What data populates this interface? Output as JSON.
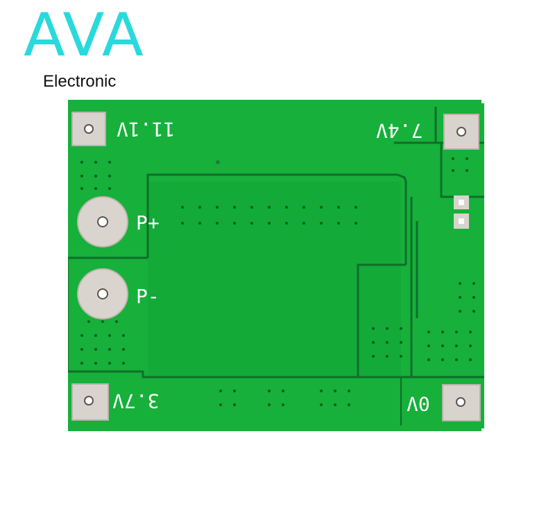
{
  "logo": {
    "brand": "AVA",
    "subtitle": "Electronic",
    "brand_color": "#29d9dc"
  },
  "board": {
    "color": "#16b03a",
    "trace_color": "#0f6e2a",
    "silk_color": "#ffffff",
    "labels": {
      "v11": "11.1V",
      "v7": "7.4V",
      "v3": "3.7V",
      "v0": "0V",
      "pplus": "P+",
      "pminus": "P-"
    }
  }
}
